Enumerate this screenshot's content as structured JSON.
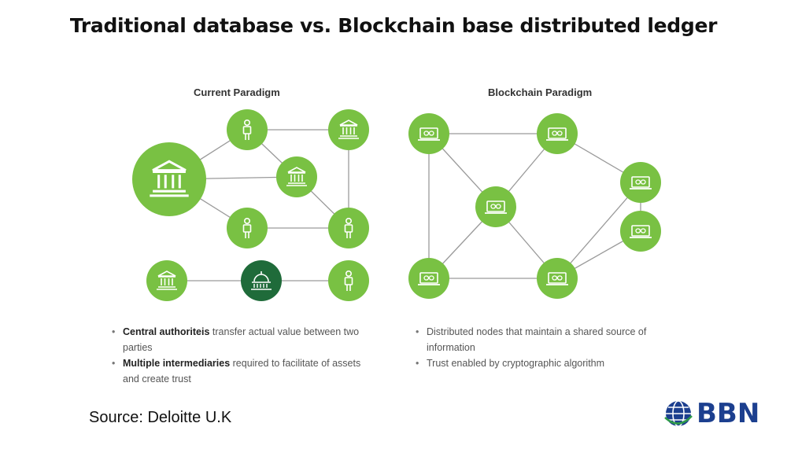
{
  "title": "Traditional database vs. Blockchain base distributed ledger",
  "left_panel": {
    "heading": "Current Paradigm",
    "bullets": [
      {
        "bold": "Central authoriteis",
        "rest": " transfer actual value between two parties"
      },
      {
        "bold": "Multiple intermediaries",
        "rest": " required to facilitate of assets and create trust"
      }
    ]
  },
  "right_panel": {
    "heading": "Blockchain Paradigm",
    "bullets": [
      {
        "text": "Distributed nodes that maintain a shared source of information"
      },
      {
        "text": "Trust enabled by cryptographic algorithm"
      }
    ]
  },
  "source": "Source: Deloitte U.K",
  "logo": {
    "text": "BBN"
  },
  "colors": {
    "node_light": "#79c143",
    "node_dark": "#1f6b3a",
    "edge": "#9a9a9a",
    "logo_blue": "#1c3f8f"
  },
  "icons": {
    "bank": "bank-icon",
    "person": "person-icon",
    "government": "capitol-dome-icon",
    "computer": "laptop-link-icon"
  }
}
